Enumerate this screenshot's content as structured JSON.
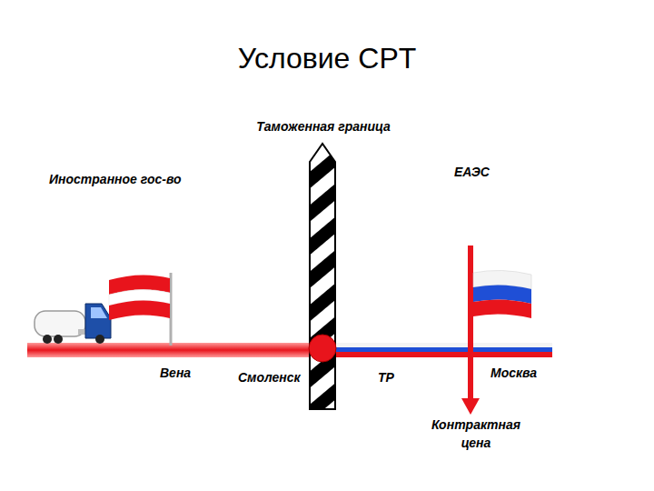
{
  "diagram": {
    "title": "Условие CPT",
    "labels": [
      "Таможенная граница",
      "Иностранное гос-во",
      "ЕАЭС",
      "Вена",
      "Смоленск",
      "ТР",
      "Москва",
      "Контрактная цена"
    ]
  }
}
